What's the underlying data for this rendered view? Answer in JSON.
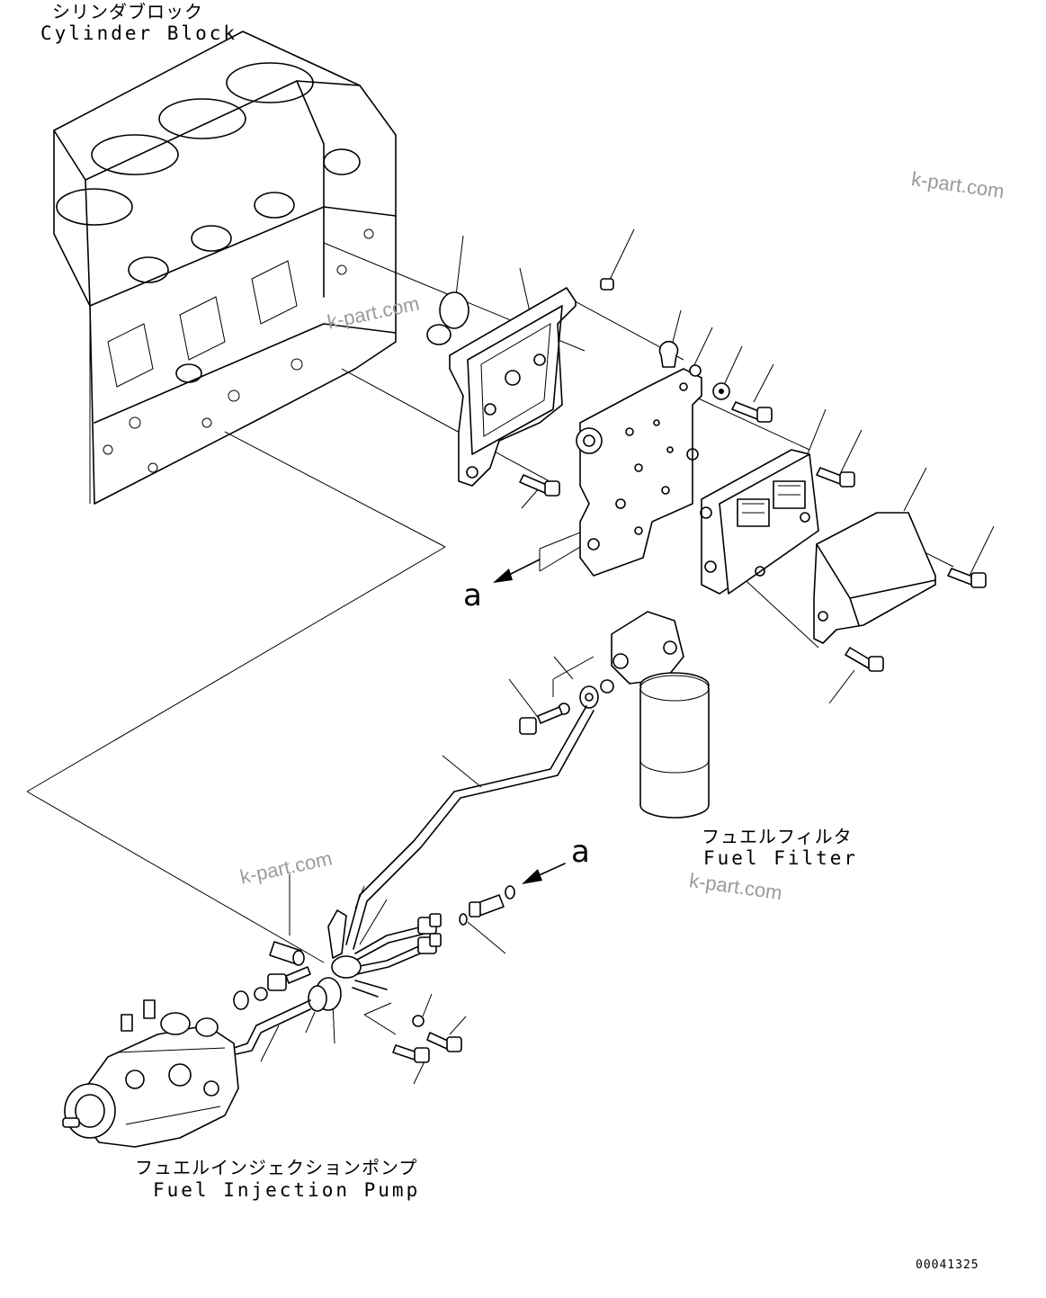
{
  "labels": {
    "cylinder_block_jp": "シリンダブロック",
    "cylinder_block_en": "Cylinder Block",
    "fuel_filter_jp": "フュエルフィルタ",
    "fuel_filter_en": "Fuel Filter",
    "fuel_injection_pump_jp": "フュエルインジェクションポンプ",
    "fuel_injection_pump_en": "Fuel Injection Pump",
    "view_ref_upper": "a",
    "view_ref_lower": "a",
    "drawing_code": "00041325"
  },
  "watermarks": [
    "k-part.com",
    "k-part.com",
    "k-part.com",
    "k-part.com"
  ]
}
